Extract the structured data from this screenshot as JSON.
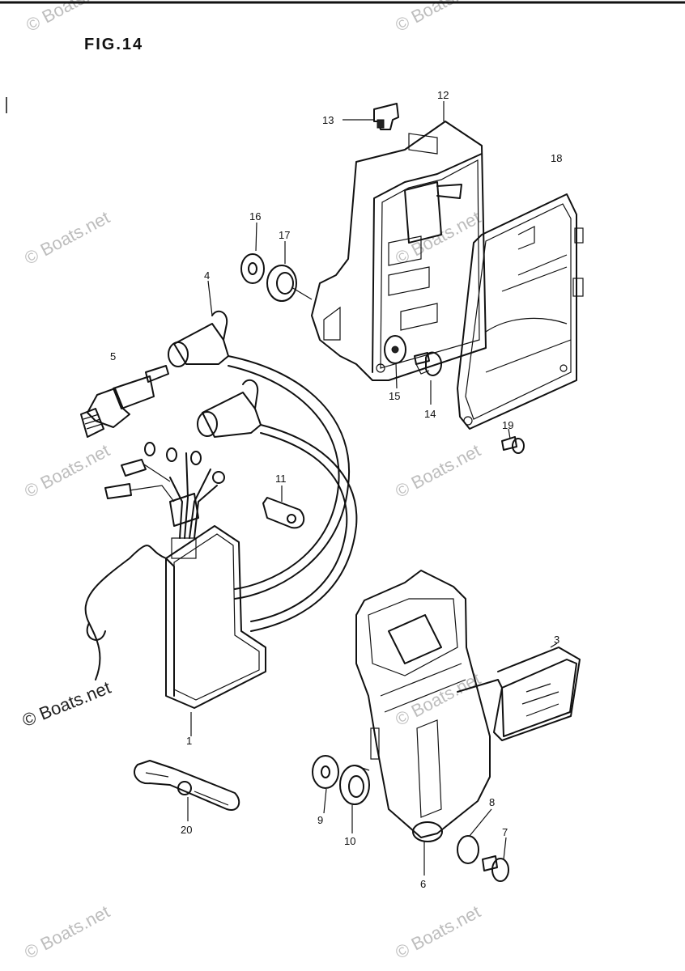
{
  "figure": {
    "title": "FIG.14"
  },
  "watermark": {
    "text": "© Boats.net"
  },
  "callouts": {
    "c1": "1",
    "c3": "3",
    "c4": "4",
    "c5": "5",
    "c6": "6",
    "c7": "7",
    "c8": "8",
    "c9": "9",
    "c10": "10",
    "c11": "11",
    "c12": "12",
    "c13": "13",
    "c14": "14",
    "c15": "15",
    "c16": "16",
    "c17": "17",
    "c18": "18",
    "c19": "19",
    "c20": "20"
  }
}
